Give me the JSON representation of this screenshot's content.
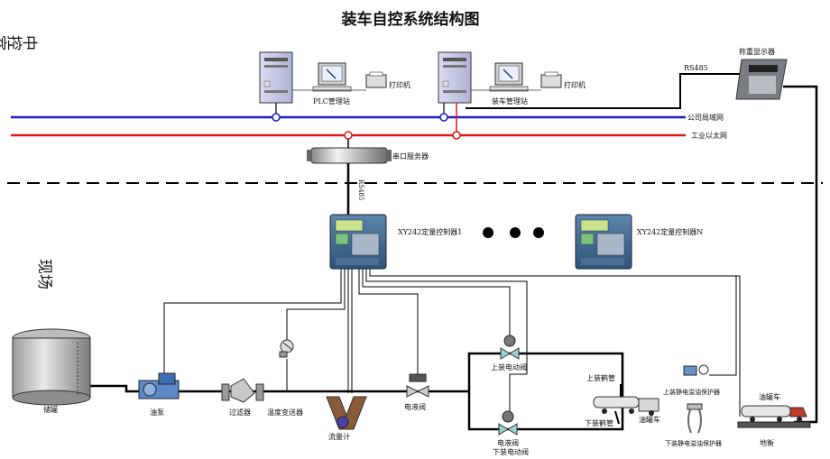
{
  "title": "装车自控系统结构图",
  "zones": {
    "control_room": "中控室",
    "field": "现场"
  },
  "network": {
    "company_lan": "公司局域网",
    "industrial_ethernet": "工业以太网",
    "rs485_top": "RS485",
    "rs485_vertical": "RS485"
  },
  "devices": {
    "plc_station": "PLC管理站",
    "printer_1": "打印机",
    "loading_station": "装车管理站",
    "printer_2": "打印机",
    "weighing_display": "称重显示器",
    "serial_server": "串口服务器",
    "controller_1": "XY242定量控制器1",
    "controller_n": "XY242定量控制器N",
    "storage_tank": "储罐",
    "oil_pump": "油泵",
    "filter": "过滤器",
    "temp_transmitter": "温度变送器",
    "flowmeter": "流量计",
    "solenoid_valve": "电液阀",
    "top_valve": "上装电动阀",
    "bottom_valve_line1": "电液阀",
    "bottom_valve_line2": "下装电动阀",
    "top_arm": "上装鹤管",
    "bottom_arm": "下装鹤管",
    "tanker": "油罐车",
    "top_static_protector": "上装静电溢油保护器",
    "bottom_static_protector": "下装静电溢油保护器",
    "tanker_truck": "油罐车",
    "scale": "地衡"
  },
  "colors": {
    "lan": "#1f1fc8",
    "ethernet": "#e0161b",
    "cable": "#000000",
    "controller": "#3f6a90"
  }
}
